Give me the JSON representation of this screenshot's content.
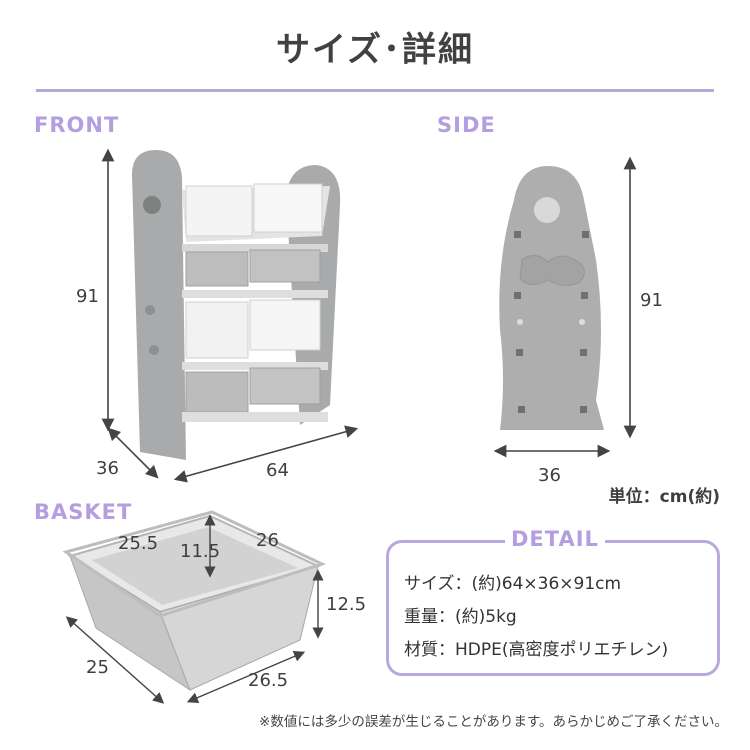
{
  "title": "サイズ･詳細",
  "sections": {
    "front": "FRONT",
    "side": "SIDE",
    "basket": "BASKET",
    "detail": "DETAIL"
  },
  "front_dims": {
    "height": "91",
    "depth": "36",
    "width": "64"
  },
  "side_dims": {
    "height": "91",
    "depth": "36"
  },
  "unit_note": "単位：cm(約)",
  "basket_dims": {
    "top_length": "25.5",
    "center_width": "11.5",
    "top_depth": "26",
    "height": "12.5",
    "bottom_depth": "25",
    "bottom_length": "26.5"
  },
  "detail": {
    "size": "サイズ：(約)64×36×91cm",
    "weight": "重量：(約)5kg",
    "material": "材質：HDPE(高密度ポリエチレン)"
  },
  "footnote": "※数値には多少の誤差が生じることがあります。あらかじめご了承ください。",
  "colors": {
    "accent": "#b49ee0",
    "frame_gray": "#a9aaab",
    "bin_gray": "#c8c8c8",
    "bin_white": "#f2f2f2"
  }
}
